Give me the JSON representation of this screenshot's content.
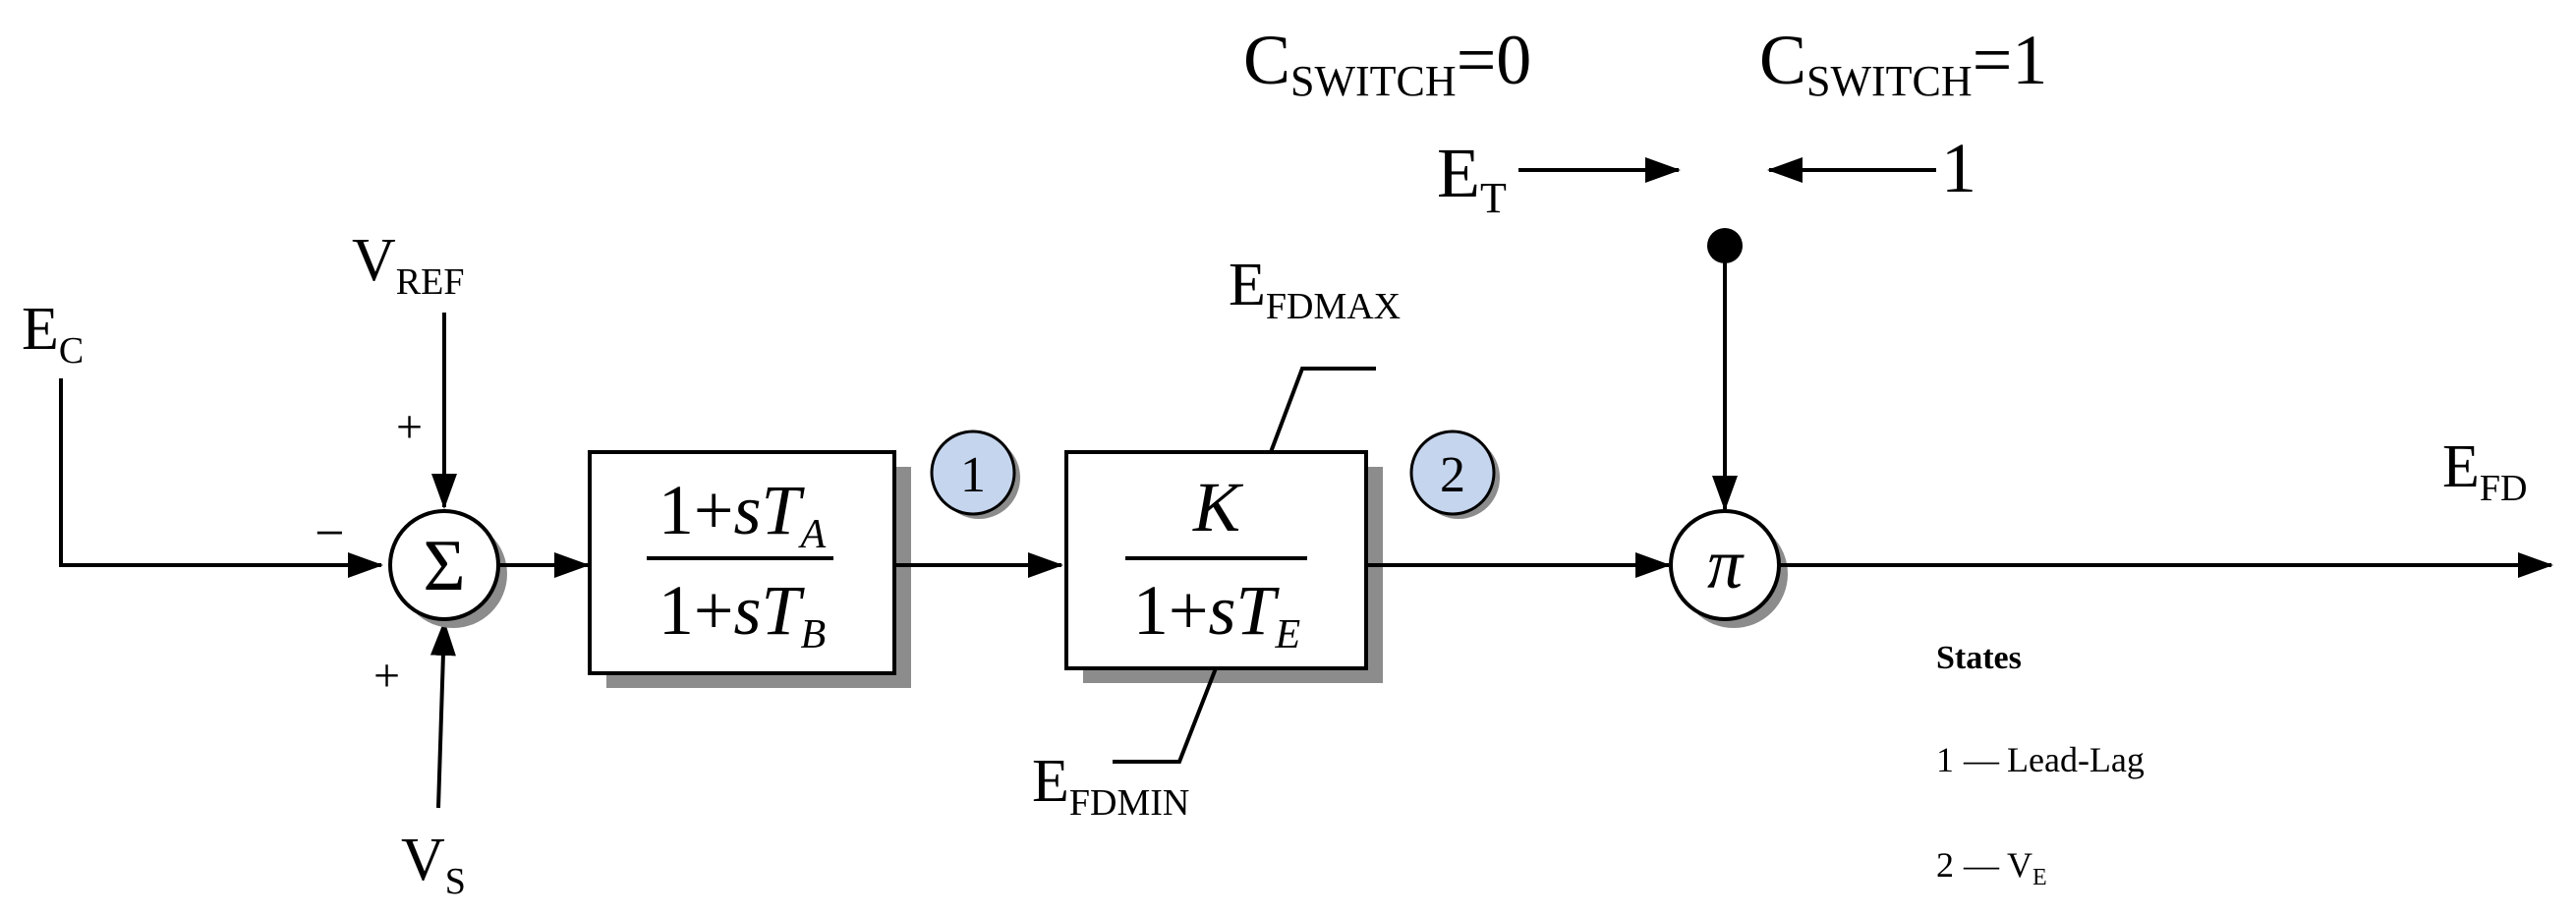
{
  "inputs": {
    "ec": {
      "main": "E",
      "sub": "C"
    },
    "vref": {
      "main": "V",
      "sub": "REF"
    },
    "vs": {
      "main": "V",
      "sub": "S"
    }
  },
  "summing_junction": {
    "symbol": "Σ",
    "sign_vref": "+",
    "sign_ec": "−",
    "sign_vs": "+"
  },
  "lead_lag_block": {
    "num_prefix": "1+",
    "num_s": "s",
    "num_T": "T",
    "num_sub": "A",
    "den_prefix": "1+",
    "den_s": "s",
    "den_T": "T",
    "den_sub": "B"
  },
  "exciter_block": {
    "gain": "K",
    "den_prefix": "1+",
    "den_s": "s",
    "den_T": "T",
    "den_sub": "E",
    "max_limit": {
      "main": "E",
      "sub": "FDMAX"
    },
    "min_limit": {
      "main": "E",
      "sub": "FDMIN"
    }
  },
  "state_markers": [
    "1",
    "2"
  ],
  "switch": {
    "left_label": {
      "main": "C",
      "sub": "SWITCH",
      "value": "=0"
    },
    "right_label": {
      "main": "C",
      "sub": "SWITCH",
      "value": "=1"
    },
    "left_input": {
      "main": "E",
      "sub": "T"
    },
    "right_input": "1"
  },
  "multiplier": {
    "symbol": "π"
  },
  "output": {
    "main": "E",
    "sub": "FD"
  },
  "legend": {
    "title": "States",
    "items": [
      {
        "num": "1",
        "dash": "—",
        "text": "Lead-Lag",
        "sub": ""
      },
      {
        "num": "2",
        "dash": "—",
        "text": "V",
        "sub": "E"
      }
    ]
  },
  "colors": {
    "line": "#000000",
    "block_fill": "#ffffff",
    "shadow": "#8c8c8c",
    "state_circle_fill": "#c5d5ee"
  }
}
